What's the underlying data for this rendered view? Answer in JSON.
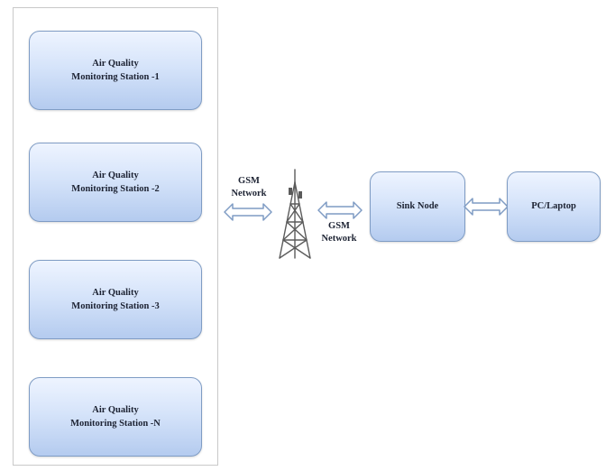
{
  "stations": [
    {
      "line1": "Air Quality",
      "line2": "Monitoring Station -1"
    },
    {
      "line1": "Air Quality",
      "line2": "Monitoring Station -2"
    },
    {
      "line1": "Air Quality",
      "line2": "Monitoring Station -3"
    },
    {
      "line1": "Air Quality",
      "line2": "Monitoring Station -N"
    }
  ],
  "network_left": {
    "line1": "GSM",
    "line2": "Network"
  },
  "network_right": {
    "line1": "GSM",
    "line2": "Network"
  },
  "sink_node": "Sink Node",
  "pc": "PC/Laptop",
  "colors": {
    "box_fill": "#c6d8f5",
    "box_border": "#7f9cc4",
    "arrow_fill": "#ffffff",
    "arrow_stroke": "#7f9cc4"
  },
  "icons": [
    "tower-icon"
  ]
}
